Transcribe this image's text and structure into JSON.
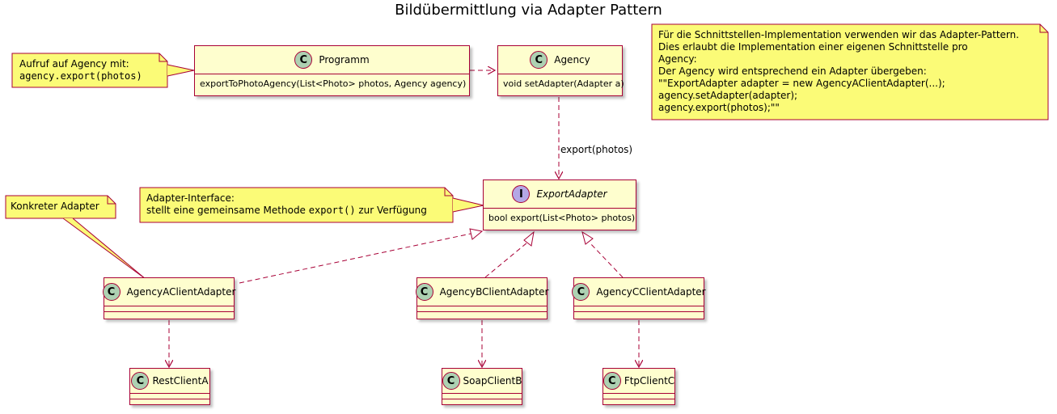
{
  "title": "Bildübermittlung via Adapter Pattern",
  "classes": {
    "programm": {
      "name": "Programm",
      "member": "exportToPhotoAgency(List<Photo> photos, Agency agency)"
    },
    "agency": {
      "name": "Agency",
      "member": "void setAdapter(Adapter a)"
    },
    "export_adapter": {
      "name": "ExportAdapter",
      "member": "bool export(List<Photo> photos)"
    },
    "agency_a": {
      "name": "AgencyAClientAdapter"
    },
    "agency_b": {
      "name": "AgencyBClientAdapter"
    },
    "agency_c": {
      "name": "AgencyCClientAdapter"
    },
    "rest_client": {
      "name": "RestClientA"
    },
    "soap_client": {
      "name": "SoapClientB"
    },
    "ftp_client": {
      "name": "FtpClientC"
    }
  },
  "badges": {
    "class_letter": "C",
    "interface_letter": "I"
  },
  "notes": {
    "aufruf": {
      "line1": "Aufruf auf Agency mit:",
      "line2": "agency.export(photos)"
    },
    "adapter_interface": {
      "line1": "Adapter-Interface:",
      "line2_before": "stellt eine gemeinsame Methode ",
      "line2_code": "export()",
      "line2_after": " zur Verfügung"
    },
    "konkreter": {
      "line1": "Konkreter Adapter"
    },
    "description": {
      "lines": [
        "Für die Schnittstellen-Implementation verwenden wir das Adapter-Pattern.",
        "Dies erlaubt die Implementation einer eigenen Schnittstelle pro",
        "Agency:",
        "Der Agency wird entsprechend ein Adapter übergeben:",
        "\"\"ExportAdapter adapter = new AgencyAClientAdapter(...);",
        "agency.setAdapter(adapter);",
        "agency.export(photos);\"\""
      ]
    }
  },
  "edge_labels": {
    "agency_to_adapter": "export(photos)"
  },
  "colors": {
    "class_fill": "#FEFECE",
    "class_border": "#A80036",
    "note_fill": "#FBFB77",
    "note_border": "#A80036",
    "class_badge": "#ADD1B2",
    "interface_badge": "#B4A7E5"
  }
}
